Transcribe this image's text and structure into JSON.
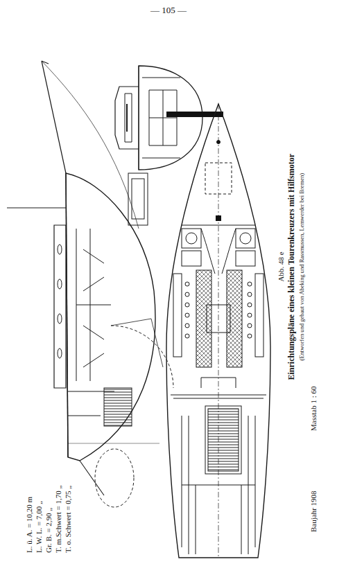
{
  "diagram": {
    "title": "Einrichtungspläne eines kleinen Tourenkreuzers mit Hilfsmotor",
    "labels": [
      "— 105 —",
      "Abb. 48 e",
      "(Entworfen und gebaut von Abeking und Rassmussen, Lemwerder bei Bremen)",
      "Baujahr 1908",
      "Masstab 1 : 60",
      "L. ü. A. = 10,20 m",
      "L. W. L. = 7,00 „",
      "Gr. B. = 2,90 „",
      "T. m.Schwert = 1,70 „",
      "T. o. Schwert = 0,75 „"
    ]
  }
}
